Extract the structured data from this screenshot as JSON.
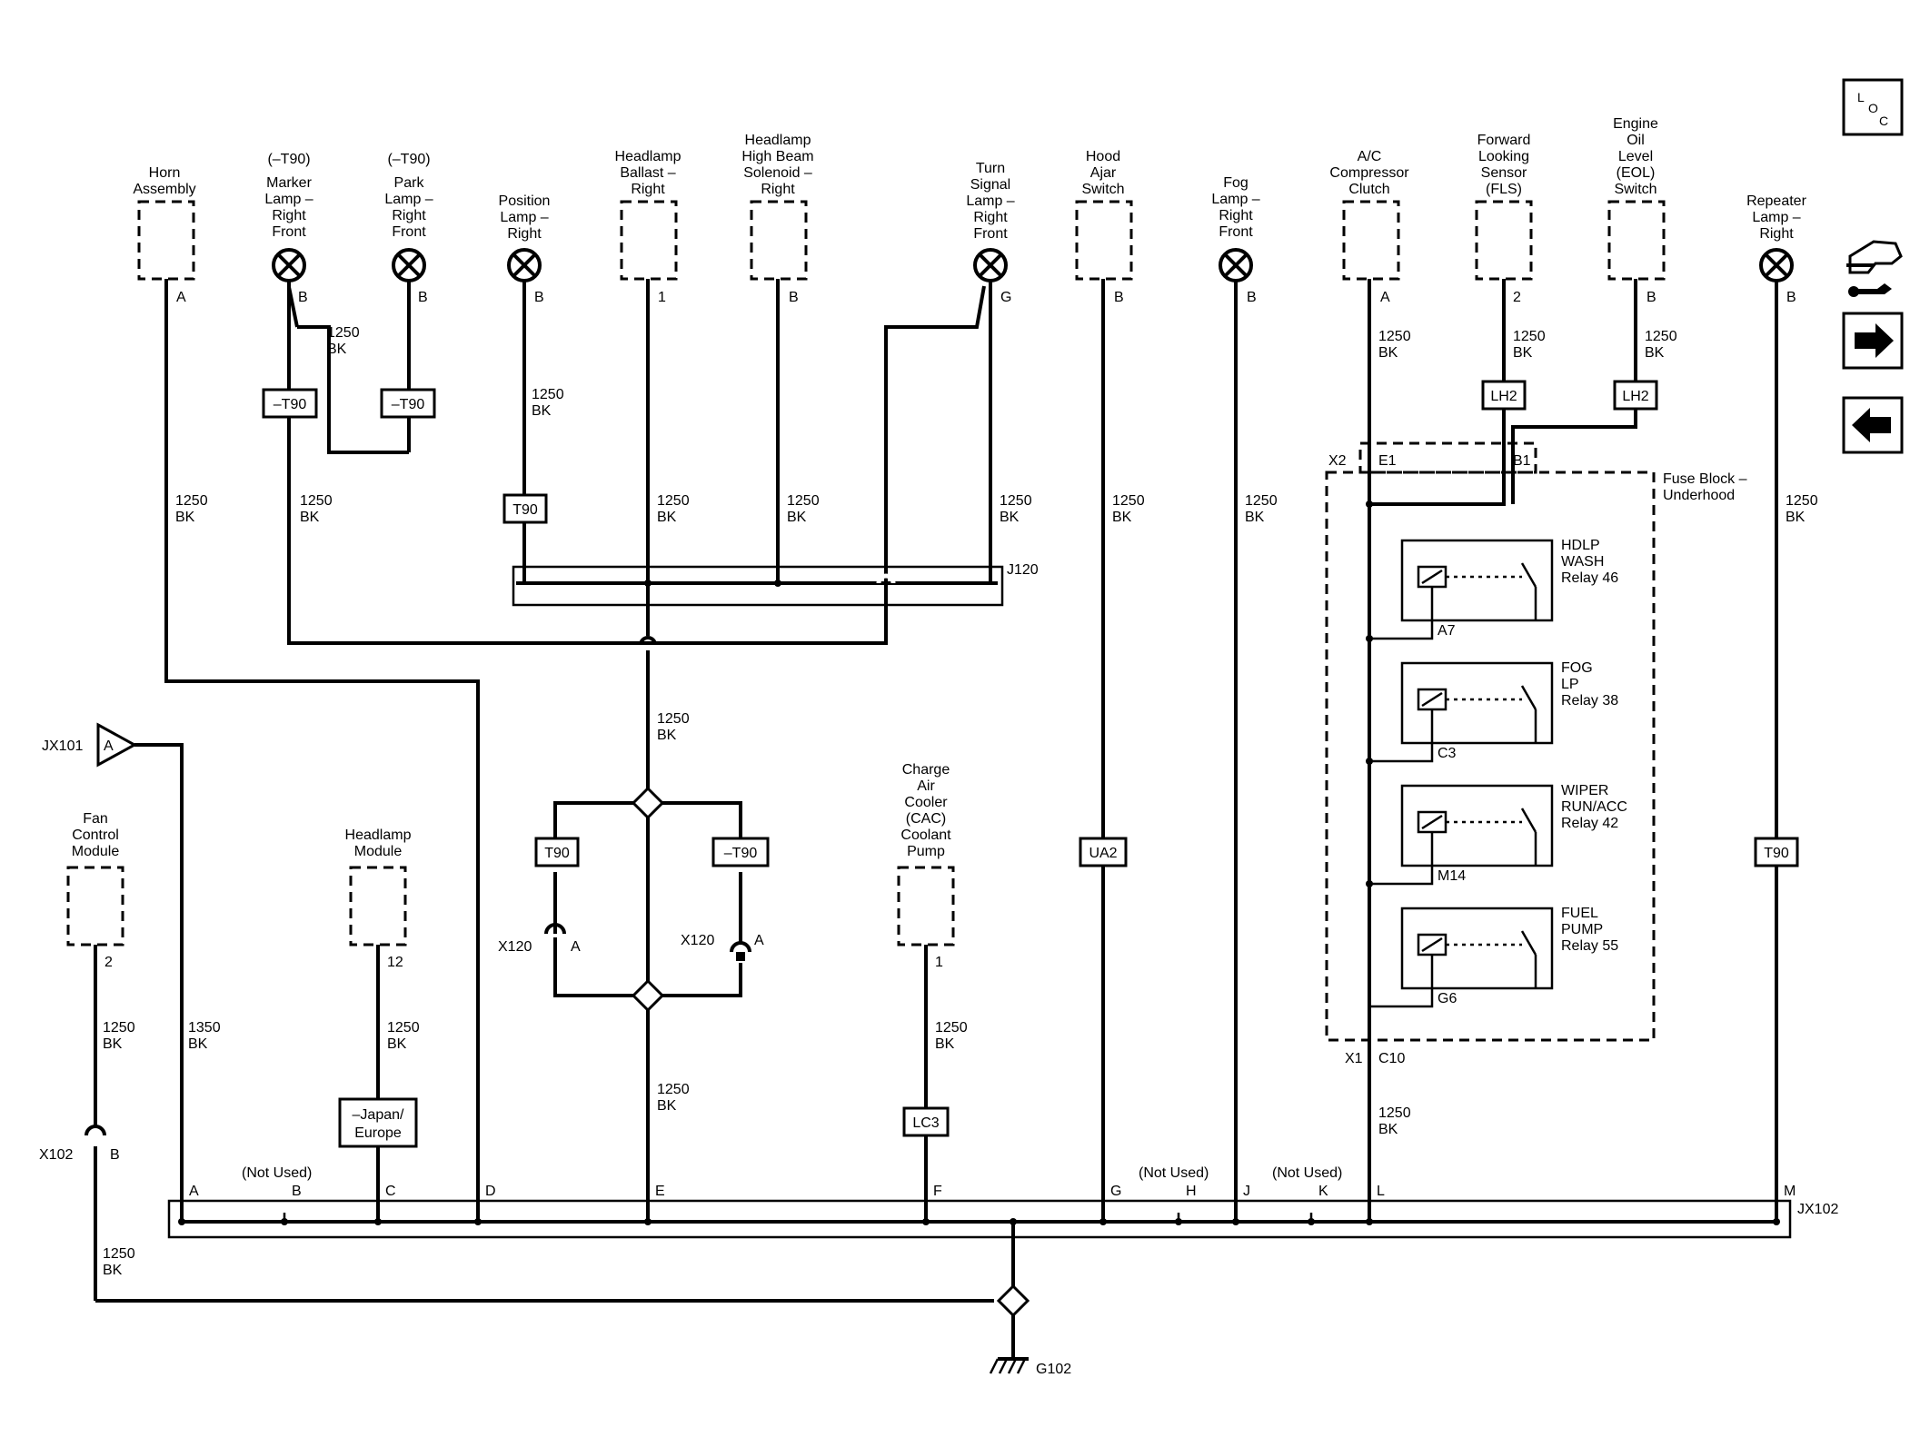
{
  "components": {
    "horn": [
      "Horn",
      "Assembly"
    ],
    "marker_lamp": [
      "(–T90)",
      "Marker",
      "Lamp –",
      "Right",
      "Front"
    ],
    "park_lamp": [
      "(–T90)",
      "Park",
      "Lamp –",
      "Right",
      "Front"
    ],
    "position_lamp": [
      "Position",
      "Lamp –",
      "Right"
    ],
    "headlamp_ballast": [
      "Headlamp",
      "Ballast –",
      "Right"
    ],
    "high_beam_solenoid": [
      "Headlamp",
      "High Beam",
      "Solenoid –",
      "Right"
    ],
    "turn_signal": [
      "Turn",
      "Signal",
      "Lamp –",
      "Right",
      "Front"
    ],
    "hood_ajar": [
      "Hood",
      "Ajar",
      "Switch"
    ],
    "fog_lamp": [
      "Fog",
      "Lamp –",
      "Right",
      "Front"
    ],
    "ac_clutch": [
      "A/C",
      "Compressor",
      "Clutch"
    ],
    "fls": [
      "Forward",
      "Looking",
      "Sensor",
      "(FLS)"
    ],
    "eol": [
      "Engine",
      "Oil",
      "Level",
      "(EOL)",
      "Switch"
    ],
    "repeater": [
      "Repeater",
      "Lamp –",
      "Right"
    ],
    "fan_module": [
      "Fan",
      "Control",
      "Module"
    ],
    "headlamp_module": [
      "Headlamp",
      "Module"
    ],
    "cac_pump": [
      "Charge",
      "Air",
      "Cooler",
      "(CAC)",
      "Coolant",
      "Pump"
    ]
  },
  "pins": {
    "horn": "A",
    "marker": "B",
    "park": "B",
    "position": "B",
    "ballast": "1",
    "solenoid": "B",
    "turn": "G",
    "hood": "B",
    "fog": "B",
    "ac": "A",
    "fls": "2",
    "eol": "B",
    "repeater": "B",
    "fan": "2",
    "hlmodule": "12",
    "cac": "1"
  },
  "wire_gauge": "1250",
  "wire_gauge_alt": "1350",
  "wire_color": "BK",
  "options": {
    "t90": "T90",
    "not_t90": "–T90",
    "ua2": "UA2",
    "lh2": "LH2",
    "lc3": "LC3",
    "japan_europe": [
      "–Japan/",
      "Europe"
    ]
  },
  "connectors": {
    "j120": "J120",
    "jx101": "JX101",
    "jx101_pin": "A",
    "jx102": "JX102",
    "x102": "X102",
    "x102_pin": "B",
    "x120": "X120",
    "x120_pin": "A",
    "x2": "X2",
    "e1": "E1",
    "b1": "B1",
    "x1": "X1",
    "c10": "C10",
    "ground": "G102"
  },
  "jx102_pins": [
    "A",
    "B",
    "C",
    "D",
    "E",
    "F",
    "G",
    "H",
    "J",
    "K",
    "L",
    "M"
  ],
  "not_used": "(Not Used)",
  "fuse_block": [
    "Fuse Block –",
    "Underhood"
  ],
  "relays": [
    {
      "name": [
        "HDLP",
        "WASH",
        "Relay 46"
      ],
      "pin": "A7"
    },
    {
      "name": [
        "FOG",
        "LP",
        "Relay 38"
      ],
      "pin": "C3"
    },
    {
      "name": [
        "WIPER",
        "RUN/ACC",
        "Relay 42"
      ],
      "pin": "M14"
    },
    {
      "name": [
        "FUEL",
        "PUMP",
        "Relay 55"
      ],
      "pin": "G6"
    }
  ],
  "nav": {
    "loc_letters": [
      "L",
      "O",
      "C"
    ],
    "icons": [
      "component-view-icon",
      "next-page-icon",
      "previous-page-icon"
    ]
  }
}
